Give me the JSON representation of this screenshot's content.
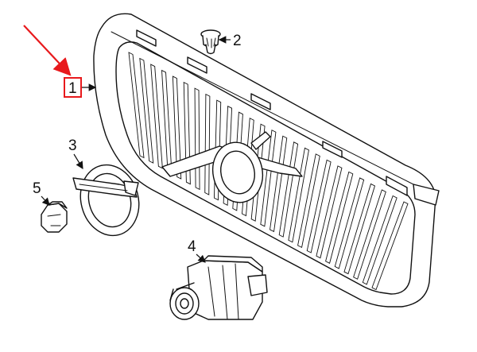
{
  "callouts": [
    {
      "id": "1",
      "label": "1"
    },
    {
      "id": "2",
      "label": "2"
    },
    {
      "id": "3",
      "label": "3"
    },
    {
      "id": "4",
      "label": "4"
    },
    {
      "id": "5",
      "label": "5"
    }
  ],
  "colors": {
    "highlight": "#e8191c",
    "line": "#111111",
    "background": "#ffffff"
  }
}
